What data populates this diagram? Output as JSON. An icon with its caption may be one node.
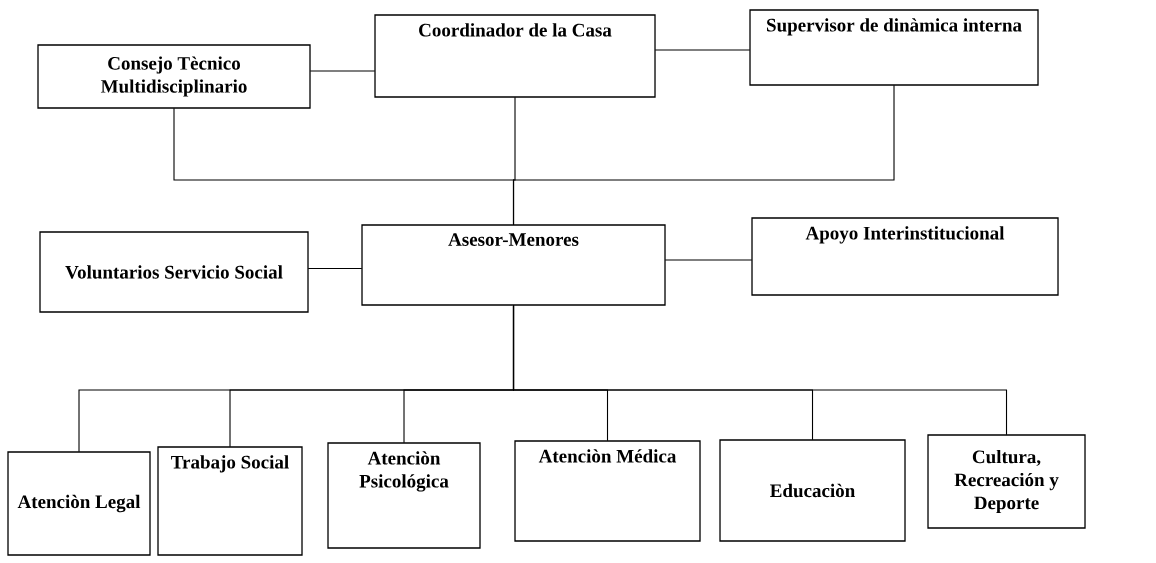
{
  "diagram": {
    "nodes": [
      {
        "text": [
          "Consejo Tècnico Multidisciplinario"
        ]
      },
      {
        "text": [
          "Coordinador de la Casa"
        ]
      },
      {
        "text": [
          "Supervisor de dinàmica interna"
        ]
      },
      {
        "text": [
          "Voluntarios Servicio Social"
        ]
      },
      {
        "text": [
          "Asesor-Menores"
        ]
      },
      {
        "text": [
          "Apoyo Interinstitucional"
        ]
      },
      {
        "text": [
          "Atenciòn Legal"
        ]
      },
      {
        "text": [
          "Trabajo Social"
        ]
      },
      {
        "text": [
          "Atenciòn Psicológica"
        ]
      },
      {
        "text": [
          "Atenciòn Médica"
        ]
      },
      {
        "text": [
          "Educaciòn"
        ]
      },
      {
        "text": [
          "Cultura, Recreación y Deporte"
        ]
      }
    ],
    "edges": [
      {
        "from": 0,
        "to": 1,
        "arrow": "none"
      },
      {
        "from": 1,
        "to": 2,
        "arrow": "none"
      },
      {
        "from": 0,
        "to": 4,
        "arrow": "none"
      },
      {
        "from": 1,
        "to": 4,
        "arrow": "none"
      },
      {
        "from": 2,
        "to": 4,
        "arrow": "none"
      },
      {
        "from": 3,
        "to": 4,
        "arrow": "none"
      },
      {
        "from": 4,
        "to": 5,
        "arrow": "none"
      },
      {
        "from": 4,
        "to": 6,
        "arrow": "none"
      },
      {
        "from": 4,
        "to": 7,
        "arrow": "none"
      },
      {
        "from": 4,
        "to": 8,
        "arrow": "none"
      },
      {
        "from": 4,
        "to": 9,
        "arrow": "none"
      },
      {
        "from": 4,
        "to": 10,
        "arrow": "none"
      },
      {
        "from": 4,
        "to": 11,
        "arrow": "none"
      }
    ]
  }
}
